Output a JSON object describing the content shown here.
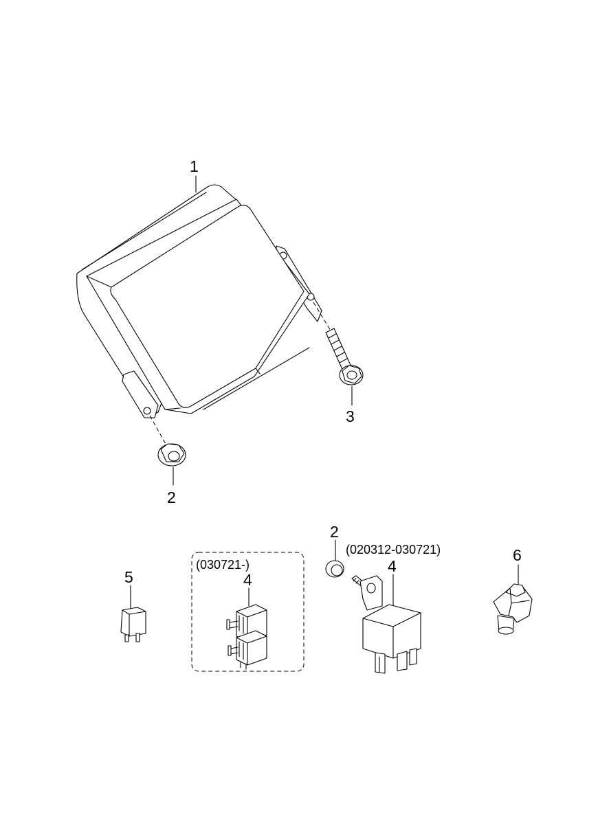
{
  "callouts": {
    "c1": "1",
    "c2a": "2",
    "c3": "3",
    "c2b": "2",
    "c4a": "4",
    "c4b": "4",
    "c5": "5",
    "c6": "6"
  },
  "notes": {
    "range_a": "(030721-)",
    "range_b": "(020312-030721)"
  },
  "icons": {
    "ecu": "control-unit-icon",
    "nut": "flange-nut-icon",
    "bolt": "flange-bolt-icon",
    "relay_double": "double-relay-icon",
    "relay_bracket": "bracket-relay-icon",
    "relay_mini": "mini-relay-icon",
    "sensor": "sensor-icon"
  }
}
